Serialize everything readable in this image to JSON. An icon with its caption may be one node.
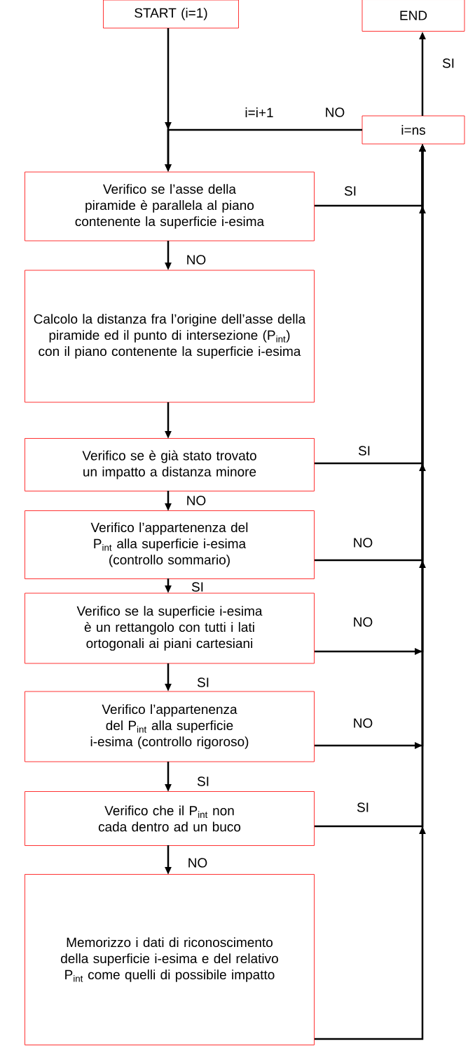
{
  "diagram": {
    "nodes": [
      {
        "text": [
          "START (i=1)"
        ]
      },
      {
        "text": [
          "END"
        ]
      },
      {
        "text": [
          "i=ns"
        ]
      },
      {
        "text": [
          "Verifico se l’asse della piramide è parallela al piano contenente la superficie i-esima"
        ]
      },
      {
        "text": [
          "Calcolo la distanza fra l’origine dell’asse della piramide ed il punto di intersezione (P$_{int}$) con il piano contenente la superficie i-esima"
        ]
      },
      {
        "text": [
          "Verifico se è già stato trovato un impatto a distanza minore"
        ]
      },
      {
        "text": [
          "Verifico l’appartenenza del P$_{int}$ alla superficie i-esima (controllo sommario)"
        ]
      },
      {
        "text": [
          "Verifico se la superficie i-esima è un rettangolo con tutti i lati ortogonali ai piani cartesiani"
        ]
      },
      {
        "text": [
          "Verifico l’appartenenza del P$_{int}$ alla superficie i-esima (controllo rigoroso)"
        ]
      },
      {
        "text": [
          "Verifico che il P$_{int}$ non cada dentro ad un buco"
        ]
      },
      {
        "text": [
          "Memorizzo i dati di riconoscimento della superficie i-esima e del relativo P$_{int}$ come quelli di possibile impatto"
        ]
      }
    ],
    "edges": [
      {
        "from": 0,
        "to": 3,
        "arrow": "to"
      },
      {
        "from": 2,
        "to": 3,
        "arrow": "to",
        "label": "NO"
      },
      {
        "from": 2,
        "to": 1,
        "arrow": "to",
        "label": "SI"
      },
      {
        "from": 3,
        "to": 4,
        "arrow": "to",
        "label": "NO"
      },
      {
        "from": 3,
        "to": 2,
        "arrow": "to",
        "label": "SI"
      },
      {
        "from": 4,
        "to": 5,
        "arrow": "to"
      },
      {
        "from": 5,
        "to": 6,
        "arrow": "to",
        "label": "NO"
      },
      {
        "from": 5,
        "to": 2,
        "arrow": "to",
        "label": "SI"
      },
      {
        "from": 6,
        "to": 7,
        "arrow": "to",
        "label": "SI"
      },
      {
        "from": 6,
        "to": 2,
        "arrow": "to",
        "label": "NO"
      },
      {
        "from": 7,
        "to": 8,
        "arrow": "to",
        "label": "SI"
      },
      {
        "from": 7,
        "to": 2,
        "arrow": "to",
        "label": "NO"
      },
      {
        "from": 8,
        "to": 9,
        "arrow": "to",
        "label": "SI"
      },
      {
        "from": 8,
        "to": 2,
        "arrow": "to",
        "label": "NO"
      },
      {
        "from": 9,
        "to": 10,
        "arrow": "to",
        "label": "NO"
      },
      {
        "from": 9,
        "to": 2,
        "arrow": "to",
        "label": "SI"
      },
      {
        "from": 10,
        "to": 2,
        "arrow": "to"
      }
    ],
    "labels": [
      "i=i+1"
    ]
  }
}
